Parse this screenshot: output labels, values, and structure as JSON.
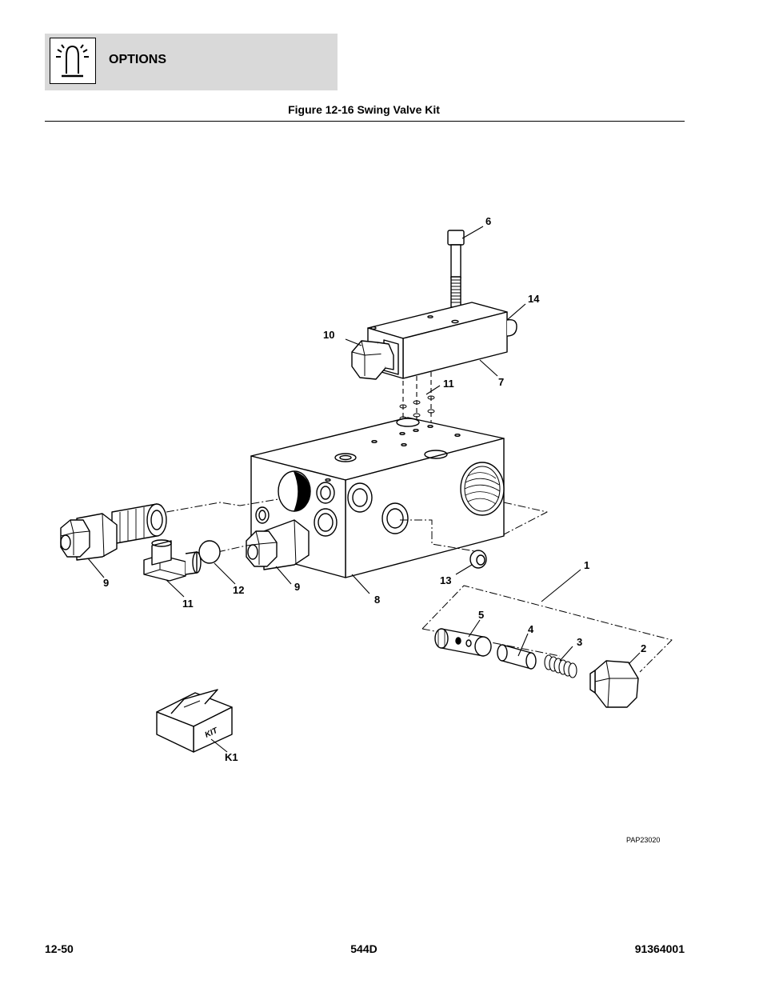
{
  "header": {
    "section_title": "OPTIONS",
    "icon": "beacon-light-icon"
  },
  "figure": {
    "title": "Figure 12-16 Swing Valve Kit",
    "drawing_code": "PAP23020",
    "kit_label": "KIT",
    "callouts": {
      "c1": "1",
      "c2": "2",
      "c3": "3",
      "c4": "4",
      "c5": "5",
      "c6": "6",
      "c7": "7",
      "c8": "8",
      "c9a": "9",
      "c9b": "9",
      "c10": "10",
      "c11a": "11",
      "c11b": "11",
      "c12": "12",
      "c13": "13",
      "c14": "14",
      "k1": "K1"
    }
  },
  "footer": {
    "page_number": "12-50",
    "model": "544D",
    "doc_number": "91364001"
  }
}
